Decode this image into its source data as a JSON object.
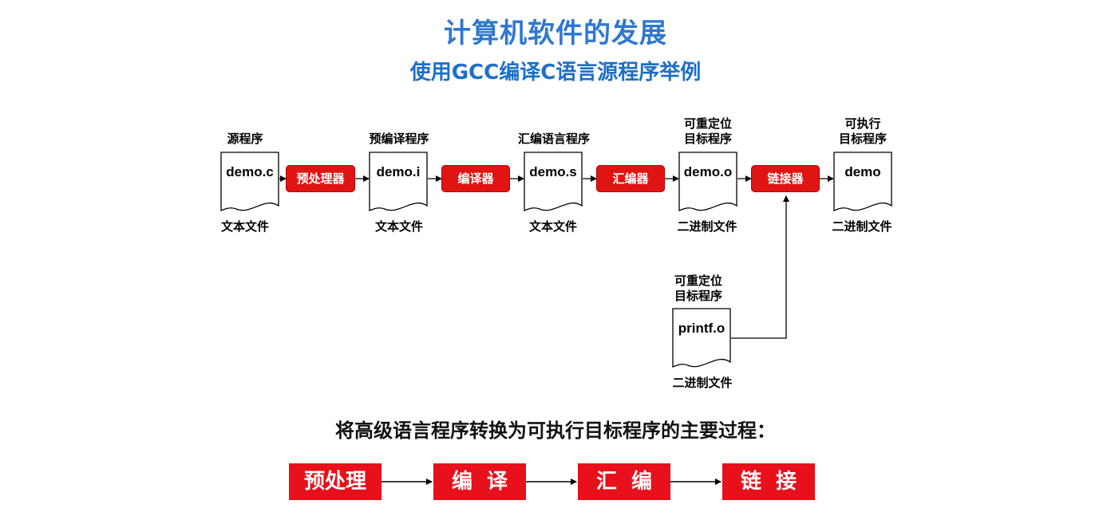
{
  "title": "计算机软件的发展",
  "subtitle": "使用GCC编译C语言源程序举例",
  "pipeline": {
    "files": [
      {
        "top": "源程序",
        "name": "demo.c",
        "bottom": "文本文件"
      },
      {
        "top": "预编译程序",
        "name": "demo.i",
        "bottom": "文本文件"
      },
      {
        "top": "汇编语言程序",
        "name": "demo.s",
        "bottom": "文本文件"
      },
      {
        "top": "可重定位\n目标程序",
        "name": "demo.o",
        "bottom": "二进制文件"
      },
      {
        "top": "可执行\n目标程序",
        "name": "demo",
        "bottom": "二进制文件"
      }
    ],
    "processors": [
      "预处理器",
      "编译器",
      "汇编器",
      "链接器"
    ],
    "library": {
      "top": "可重定位\n目标程序",
      "name": "printf.o",
      "bottom": "二进制文件"
    }
  },
  "summary": "将高级语言程序转换为可执行目标程序的主要过程：",
  "steps": [
    "预处理",
    "编  译",
    "汇  编",
    "链  接"
  ],
  "colors": {
    "title": "#2f78d0",
    "process": "#e11414"
  }
}
